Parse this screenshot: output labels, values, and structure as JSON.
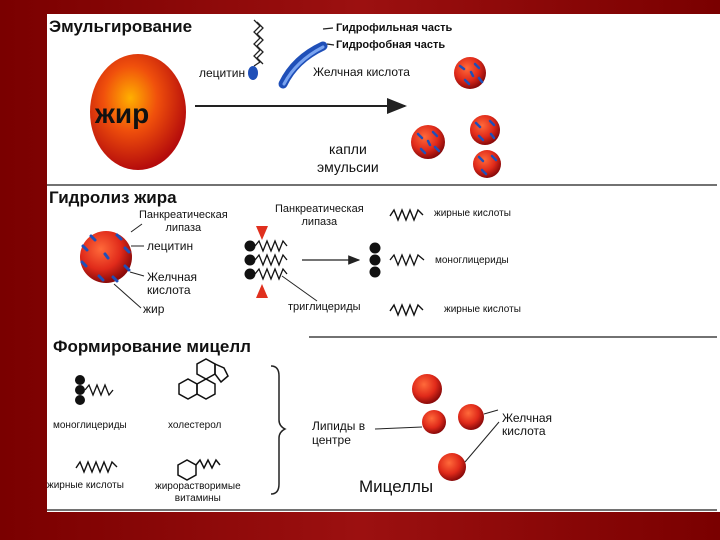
{
  "sections": {
    "emulsification": {
      "title": "Эмульгирование",
      "fat": "жир",
      "lecithin": "лецитин",
      "hydrophilic": "Гидрофильная часть",
      "hydrophobic": "Гидрофобная часть",
      "bile_acid": "Желчная кислота",
      "droplets": "капли\nэмульсии"
    },
    "hydrolysis": {
      "title": "Гидролиз жира",
      "lipase_left": "Панкреатическая\nлипаза",
      "lecithin": "лецитин",
      "bile_acid": "Желчная\nкислота",
      "fat": "жир",
      "lipase_mid": "Панкреатическая\nлипаза",
      "triglycerides": "триглицериды",
      "fatty_acids_top": "жирные кислоты",
      "monoglycerides": "моноглицериды",
      "fatty_acids_bottom": "жирные кислоты"
    },
    "micelles": {
      "title": "Формирование мицелл",
      "monoglycerides": "моноглицериды",
      "cholesterol": "холестерол",
      "fatty_acids": "жирные кислоты",
      "vitamins": "жирорастворимые\nвитамины",
      "lipids_center": "Липиды в\nцентре",
      "bile_acid": "Желчная\nкислота",
      "micelles": "Мицеллы"
    }
  },
  "colors": {
    "background": "#8b0b0b",
    "board": "#ffffff",
    "drop": "#e02a1a",
    "drop_dark": "#8a0a0a",
    "bile_blue": "#1f4fb8",
    "lipase": "#e0301e"
  }
}
